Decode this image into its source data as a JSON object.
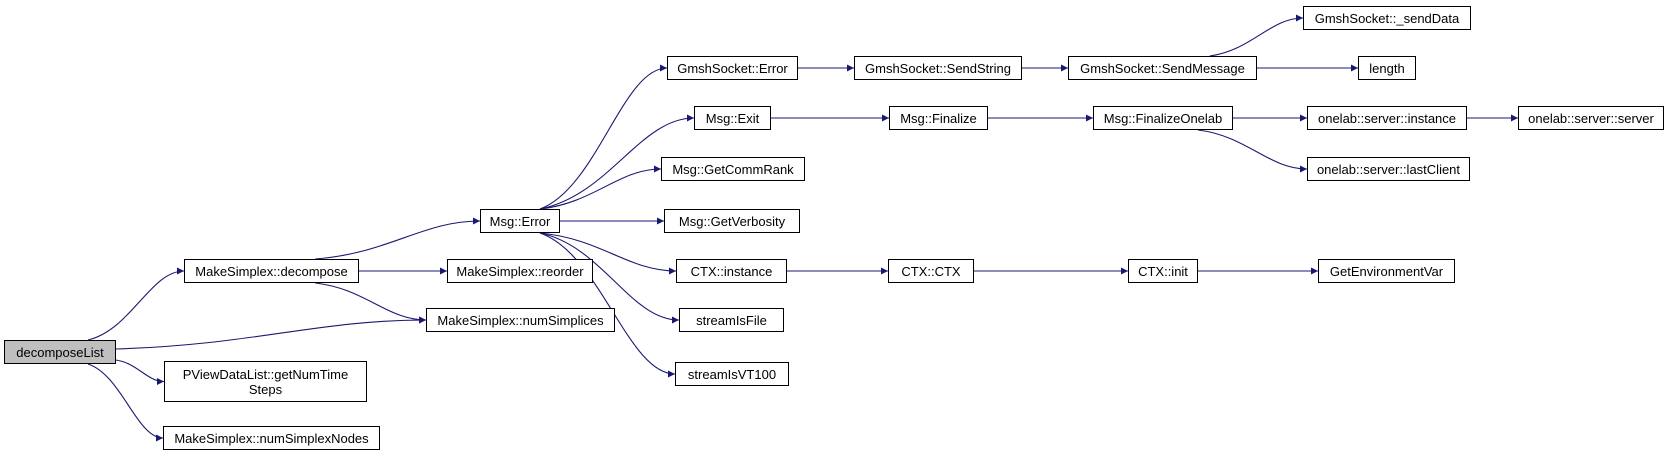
{
  "colors": {
    "edge": "#191970",
    "root_fill": "#bfbfbf",
    "node_fill": "#ffffff",
    "border": "#000000"
  },
  "nodes": {
    "decomposeList": "decomposeList",
    "mk_decompose": "MakeSimplex::decompose",
    "pview_getNumTimeSteps": "PViewDataList::getNumTime\nSteps",
    "mk_numSimplexNodes": "MakeSimplex::numSimplexNodes",
    "mk_numSimplices": "MakeSimplex::numSimplices",
    "mk_reorder": "MakeSimplex::reorder",
    "msg_error": "Msg::Error",
    "gs_error": "GmshSocket::Error",
    "msg_exit": "Msg::Exit",
    "msg_getCommRank": "Msg::GetCommRank",
    "msg_getVerbosity": "Msg::GetVerbosity",
    "ctx_instance": "CTX::instance",
    "streamIsFile": "streamIsFile",
    "streamIsVT100": "streamIsVT100",
    "gs_sendString": "GmshSocket::SendString",
    "gs_sendMessage": "GmshSocket::SendMessage",
    "gs_sendData": "GmshSocket::_sendData",
    "length": "length",
    "msg_finalize": "Msg::Finalize",
    "msg_finalizeOnelab": "Msg::FinalizeOnelab",
    "ol_instance": "onelab::server::instance",
    "ol_server": "onelab::server::server",
    "ol_lastClient": "onelab::server::lastClient",
    "ctx_ctx": "CTX::CTX",
    "ctx_init": "CTX::init",
    "getEnvVar": "GetEnvironmentVar"
  },
  "edges": [
    [
      "decomposeList",
      "mk_decompose"
    ],
    [
      "decomposeList",
      "mk_numSimplices"
    ],
    [
      "decomposeList",
      "pview_getNumTimeSteps"
    ],
    [
      "decomposeList",
      "mk_numSimplexNodes"
    ],
    [
      "mk_decompose",
      "msg_error"
    ],
    [
      "mk_decompose",
      "mk_reorder"
    ],
    [
      "mk_decompose",
      "mk_numSimplices"
    ],
    [
      "msg_error",
      "gs_error"
    ],
    [
      "msg_error",
      "msg_exit"
    ],
    [
      "msg_error",
      "msg_getCommRank"
    ],
    [
      "msg_error",
      "msg_getVerbosity"
    ],
    [
      "msg_error",
      "ctx_instance"
    ],
    [
      "msg_error",
      "streamIsFile"
    ],
    [
      "msg_error",
      "streamIsVT100"
    ],
    [
      "gs_error",
      "gs_sendString"
    ],
    [
      "gs_sendString",
      "gs_sendMessage"
    ],
    [
      "gs_sendMessage",
      "gs_sendData"
    ],
    [
      "gs_sendMessage",
      "length"
    ],
    [
      "msg_exit",
      "msg_finalize"
    ],
    [
      "msg_finalize",
      "msg_finalizeOnelab"
    ],
    [
      "msg_finalizeOnelab",
      "ol_instance"
    ],
    [
      "msg_finalizeOnelab",
      "ol_lastClient"
    ],
    [
      "ol_instance",
      "ol_server"
    ],
    [
      "ctx_instance",
      "ctx_ctx"
    ],
    [
      "ctx_ctx",
      "ctx_init"
    ],
    [
      "ctx_init",
      "getEnvVar"
    ]
  ]
}
